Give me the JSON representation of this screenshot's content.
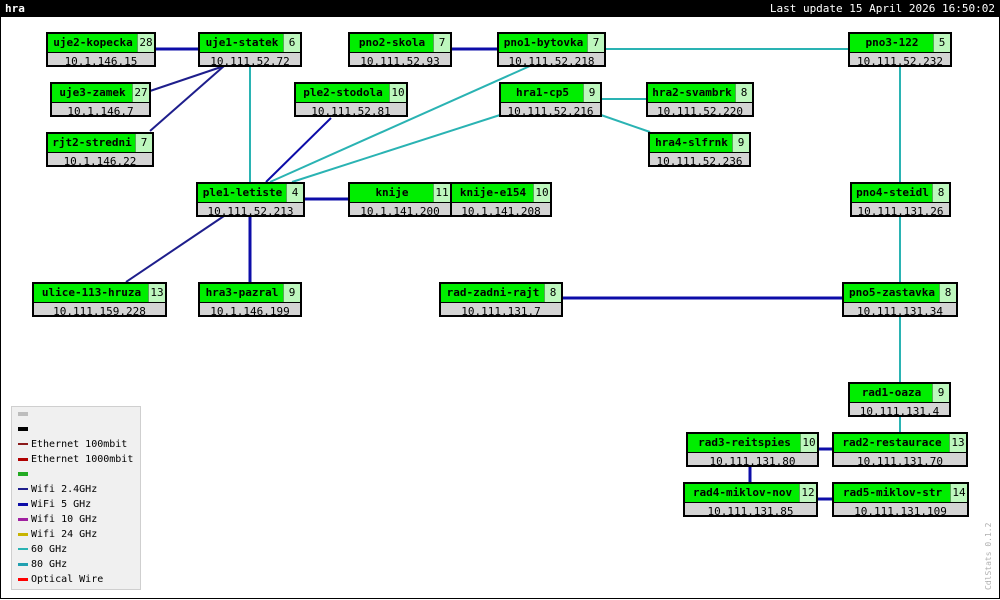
{
  "header": {
    "title": "hra",
    "update": "Last update 15 April 2026 16:50:02"
  },
  "version": "CdlStats 0.1.2",
  "colors": {
    "wifi5": "#0c0ca8",
    "ghz60": "#2ab3b3",
    "node_head": "#00ee00",
    "node_body": "#d4d4d4"
  },
  "nodes": [
    {
      "id": "uje2-kopecka",
      "name": "uje2-kopecka",
      "count": "28",
      "ip": "10.1.146.15"
    },
    {
      "id": "uje1-statek",
      "name": "uje1-statek",
      "count": "6",
      "ip": "10.111.52.72"
    },
    {
      "id": "pno2-skola",
      "name": "pno2-skola",
      "count": "7",
      "ip": "10.111.52.93"
    },
    {
      "id": "pno1-bytovka",
      "name": "pno1-bytovka",
      "count": "7",
      "ip": "10.111.52.218"
    },
    {
      "id": "pno3-122",
      "name": "pno3-122",
      "count": "5",
      "ip": "10.111.52.232"
    },
    {
      "id": "uje3-zamek",
      "name": "uje3-zamek",
      "count": "27",
      "ip": "10.1.146.7"
    },
    {
      "id": "ple2-stodola",
      "name": "ple2-stodola",
      "count": "10",
      "ip": "10.111.52.81"
    },
    {
      "id": "hra1-cp5",
      "name": "hra1-cp5",
      "count": "9",
      "ip": "10.111.52.216"
    },
    {
      "id": "hra2-svambrk",
      "name": "hra2-svambrk",
      "count": "8",
      "ip": "10.111.52.220"
    },
    {
      "id": "rjt2-stredni",
      "name": "rjt2-stredni",
      "count": "7",
      "ip": "10.1.146.22"
    },
    {
      "id": "hra4-slfrnk",
      "name": "hra4-slfrnk",
      "count": "9",
      "ip": "10.111.52.236"
    },
    {
      "id": "ple1-letiste",
      "name": "ple1-letiste",
      "count": "4",
      "ip": "10.111.52.213"
    },
    {
      "id": "knije",
      "name": "knije",
      "count": "11",
      "ip": "10.1.141.200"
    },
    {
      "id": "knije-e154",
      "name": "knije-e154",
      "count": "10",
      "ip": "10.1.141.208"
    },
    {
      "id": "pno4-steidl",
      "name": "pno4-steidl",
      "count": "8",
      "ip": "10.111.131.26"
    },
    {
      "id": "ulice-113-hruza",
      "name": "ulice-113-hruza",
      "count": "13",
      "ip": "10.111.159.228"
    },
    {
      "id": "hra3-pazral",
      "name": "hra3-pazral",
      "count": "9",
      "ip": "10.1.146.199"
    },
    {
      "id": "rad-zadni-rajt",
      "name": "rad-zadni-rajt",
      "count": "8",
      "ip": "10.111.131.7"
    },
    {
      "id": "pno5-zastavka",
      "name": "pno5-zastavka",
      "count": "8",
      "ip": "10.111.131.34"
    },
    {
      "id": "rad1-oaza",
      "name": "rad1-oaza",
      "count": "9",
      "ip": "10.111.131.4"
    },
    {
      "id": "rad3-reitspies",
      "name": "rad3-reitspies",
      "count": "10",
      "ip": "10.111.131.80"
    },
    {
      "id": "rad2-restaurace",
      "name": "rad2-restaurace",
      "count": "13",
      "ip": "10.111.131.70"
    },
    {
      "id": "rad4-miklov-nov",
      "name": "rad4-miklov-nov",
      "count": "12",
      "ip": "10.111.131.85"
    },
    {
      "id": "rad5-miklov-str",
      "name": "rad5-miklov-str",
      "count": "14",
      "ip": "10.111.131.109"
    }
  ],
  "legend": [
    {
      "label": "",
      "color": "#bdbdbd"
    },
    {
      "label": "",
      "color": "#000000"
    },
    {
      "label": "Ethernet 100mbit",
      "color": "#8b1a1a"
    },
    {
      "label": "Ethernet 1000mbit",
      "color": "#b00000"
    },
    {
      "label": "",
      "color": "#22aa22"
    },
    {
      "label": "Wifi 2.4GHz",
      "color": "#1e1e8c"
    },
    {
      "label": "WiFi 5 GHz",
      "color": "#0c0ca8"
    },
    {
      "label": "Wifi 10 GHz",
      "color": "#a020a0"
    },
    {
      "label": "Wifi 24 GHz",
      "color": "#c8b400"
    },
    {
      "label": "60 GHz",
      "color": "#2ab3b3"
    },
    {
      "label": "80 GHz",
      "color": "#20a0b0"
    },
    {
      "label": "Optical Wire",
      "color": "#ff0000"
    }
  ]
}
